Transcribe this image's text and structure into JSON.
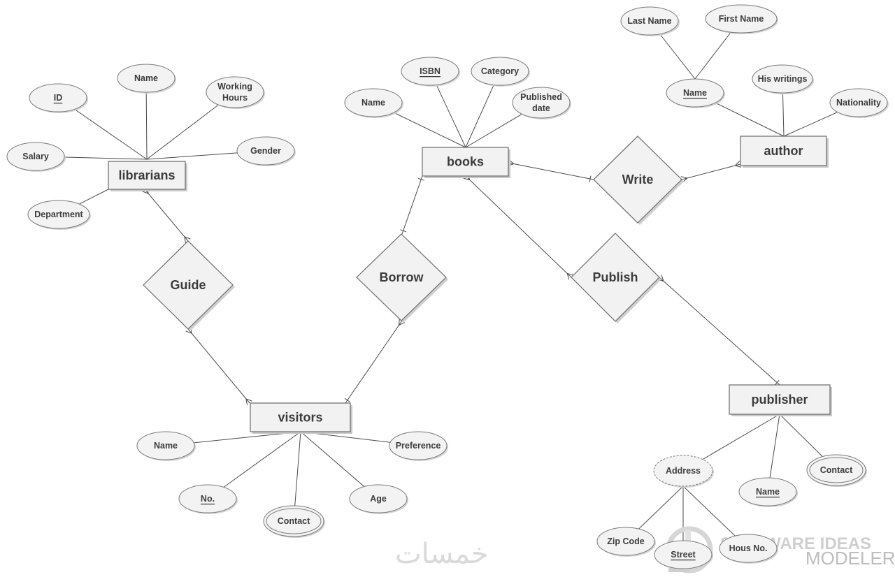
{
  "entities": [
    {
      "id": "librarians",
      "label": "librarians"
    },
    {
      "id": "books",
      "label": "books"
    },
    {
      "id": "author",
      "label": "author"
    },
    {
      "id": "visitors",
      "label": "visitors"
    },
    {
      "id": "publisher",
      "label": "publisher"
    }
  ],
  "relationships": [
    {
      "id": "guide",
      "label": "Guide",
      "between": [
        "librarians",
        "visitors"
      ]
    },
    {
      "id": "borrow",
      "label": "Borrow",
      "between": [
        "visitors",
        "books"
      ]
    },
    {
      "id": "write",
      "label": "Write",
      "between": [
        "books",
        "author"
      ]
    },
    {
      "id": "publish",
      "label": "Publish",
      "between": [
        "books",
        "publisher"
      ]
    }
  ],
  "attributes": {
    "librarians": [
      {
        "label": "ID",
        "key": true
      },
      {
        "label": "Name"
      },
      {
        "label": "Working\nHours"
      },
      {
        "label": "Salary"
      },
      {
        "label": "Gender"
      },
      {
        "label": "Department"
      }
    ],
    "books": [
      {
        "label": "ISBN",
        "key": true
      },
      {
        "label": "Category"
      },
      {
        "label": "Name"
      },
      {
        "label": "Published\ndate"
      }
    ],
    "author": [
      {
        "label": "Last Name"
      },
      {
        "label": "First Name"
      },
      {
        "label": "Name",
        "key": true,
        "composite": true
      },
      {
        "label": "His writings"
      },
      {
        "label": "Nationality"
      }
    ],
    "visitors": [
      {
        "label": "Name"
      },
      {
        "label": "Preference"
      },
      {
        "label": "No.",
        "key": true
      },
      {
        "label": "Contact",
        "multivalued": true
      },
      {
        "label": "Age"
      }
    ],
    "publisher": [
      {
        "label": "Address",
        "derived": true
      },
      {
        "label": "Name",
        "key": true
      },
      {
        "label": "Contact",
        "multivalued": true
      },
      {
        "label": "Zip Code"
      },
      {
        "label": "Street",
        "key": true
      },
      {
        "label": "Hous No."
      }
    ]
  },
  "watermark": {
    "brand": "SOFTWARE IDEAS",
    "product": "MODELER",
    "arabic": "خمسات"
  },
  "colors": {
    "shape_fill": "#f2f2f2",
    "shape_stroke": "#6b6b6b",
    "text": "#3c3c3c",
    "line": "#4a4a4a"
  }
}
